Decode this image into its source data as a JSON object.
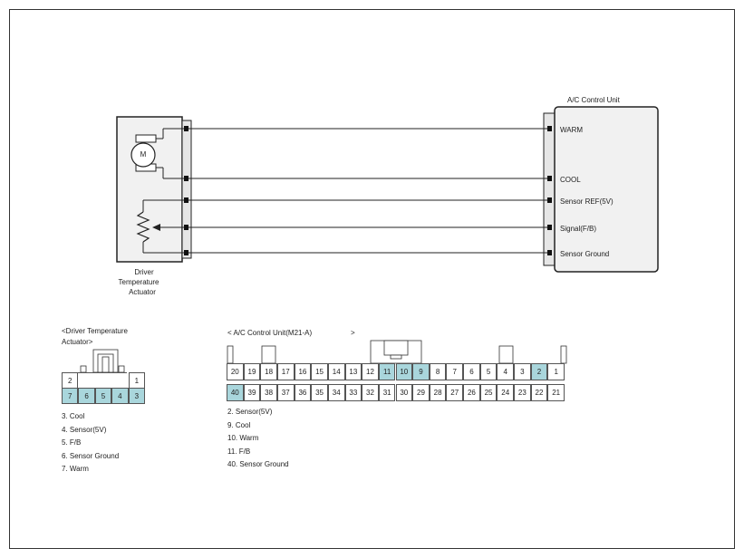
{
  "diagram": {
    "control_unit_title": "A/C Control Unit",
    "actuator_name_lines": [
      "Driver",
      "Temperature",
      "Actuator"
    ],
    "motor_symbol": "M",
    "unit_pin_labels": [
      "WARM",
      "COOL",
      "Sensor REF(5V)",
      "Signal(F/B)",
      "Sensor Ground"
    ]
  },
  "actuator_connector": {
    "title_line1": "<Driver Temperature",
    "title_line2": "Actuator>",
    "top_row": [
      "2",
      "1"
    ],
    "bottom_row": [
      "7",
      "6",
      "5",
      "4",
      "3"
    ],
    "highlight_color": "#a9d6dc",
    "legend": [
      "3. Cool",
      "4. Sensor(5V)",
      "5. F/B",
      "6. Sensor Ground",
      "7. Warm"
    ]
  },
  "control_connector": {
    "title_left": "< A/C Control Unit(M21-A)",
    "title_right": ">",
    "top_row": [
      "20",
      "19",
      "18",
      "17",
      "16",
      "15",
      "14",
      "13",
      "12",
      "11",
      "10",
      "9",
      "8",
      "7",
      "6",
      "5",
      "4",
      "3",
      "2",
      "1"
    ],
    "bottom_row": [
      "40",
      "39",
      "38",
      "37",
      "36",
      "35",
      "34",
      "33",
      "32",
      "31",
      "30",
      "29",
      "28",
      "27",
      "26",
      "25",
      "24",
      "23",
      "22",
      "21"
    ],
    "highlighted_pins": [
      "11",
      "10",
      "9",
      "2",
      "40"
    ],
    "highlight_color": "#a9d6dc",
    "legend": [
      "2. Sensor(5V)",
      "9. Cool",
      "10. Warm",
      "11. F/B",
      "40. Sensor Ground"
    ]
  }
}
